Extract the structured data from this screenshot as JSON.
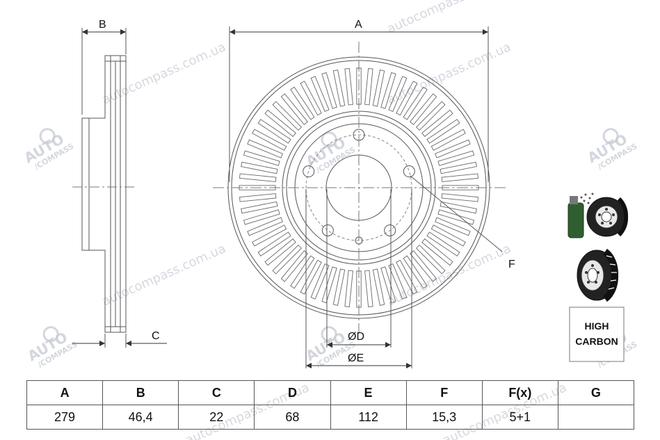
{
  "dimension_labels": {
    "a": "A",
    "b": "B",
    "c": "C",
    "d": "ØD",
    "e": "ØE",
    "f": "F"
  },
  "badge": {
    "line1": "HIGH",
    "line2": "CARBON"
  },
  "watermark": {
    "url_text": "autocompass.com.ua",
    "logo_auto": "AUTO",
    "logo_compass": "/COMPASS"
  },
  "icons": [
    "anti-corrosion-spray-icon",
    "vented-disc-icon",
    "high-carbon-badge"
  ],
  "table": {
    "headers": [
      "A",
      "B",
      "C",
      "D",
      "E",
      "F",
      "F(x)",
      "G"
    ],
    "values": [
      "279",
      "46,4",
      "22",
      "68",
      "112",
      "15,3",
      "5+1",
      ""
    ]
  }
}
